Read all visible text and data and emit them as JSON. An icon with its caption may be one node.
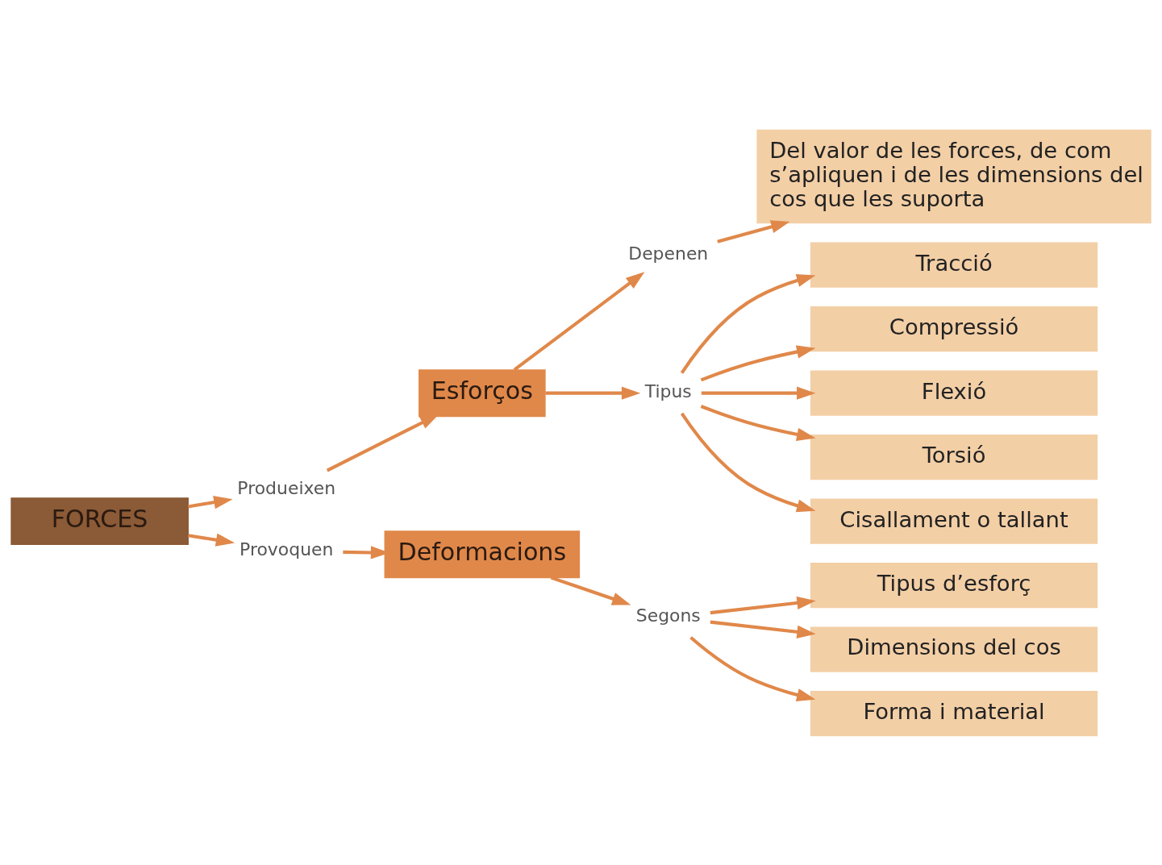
{
  "diagram": {
    "nodes": [
      {
        "text": [
          "FORCES"
        ]
      },
      {
        "text": [
          "Produeixen"
        ]
      },
      {
        "text": [
          "Esforços"
        ]
      },
      {
        "text": [
          "Depenen"
        ]
      },
      {
        "text": [
          "Del valor de les forces, de com s’apliquen i de les dimensions del cos que les suporta"
        ]
      },
      {
        "text": [
          "Tipus"
        ]
      },
      {
        "text": [
          "Tracció"
        ]
      },
      {
        "text": [
          "Compressió"
        ]
      },
      {
        "text": [
          "Flexió"
        ]
      },
      {
        "text": [
          "Torsió"
        ]
      },
      {
        "text": [
          "Cisallament o tallant"
        ]
      },
      {
        "text": [
          "Provoquen"
        ]
      },
      {
        "text": [
          "Deformacions"
        ]
      },
      {
        "text": [
          "Segons"
        ]
      },
      {
        "text": [
          "Tipus d’esforç"
        ]
      },
      {
        "text": [
          "Dimensions del cos"
        ]
      },
      {
        "text": [
          "Forma i material"
        ]
      }
    ],
    "edges": [
      {
        "from": 0,
        "to": 1,
        "arrow": "to"
      },
      {
        "from": 1,
        "to": 2,
        "arrow": "to"
      },
      {
        "from": 2,
        "to": 3,
        "arrow": "to"
      },
      {
        "from": 3,
        "to": 4,
        "arrow": "to"
      },
      {
        "from": 2,
        "to": 5,
        "arrow": "to"
      },
      {
        "from": 5,
        "to": 6,
        "arrow": "to"
      },
      {
        "from": 5,
        "to": 7,
        "arrow": "to"
      },
      {
        "from": 5,
        "to": 8,
        "arrow": "to"
      },
      {
        "from": 5,
        "to": 9,
        "arrow": "to"
      },
      {
        "from": 5,
        "to": 10,
        "arrow": "to"
      },
      {
        "from": 0,
        "to": 11,
        "arrow": "to"
      },
      {
        "from": 11,
        "to": 12,
        "arrow": "to"
      },
      {
        "from": 12,
        "to": 13,
        "arrow": "to"
      },
      {
        "from": 13,
        "to": 14,
        "arrow": "to"
      },
      {
        "from": 13,
        "to": 15,
        "arrow": "to"
      },
      {
        "from": 13,
        "to": 16,
        "arrow": "to"
      }
    ]
  }
}
